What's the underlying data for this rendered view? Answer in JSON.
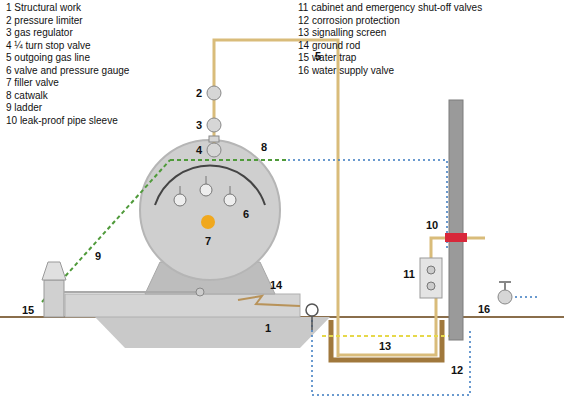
{
  "diagram": {
    "labels": [
      "1 Structural work",
      "2 pressure limiter",
      "3 gas regulator",
      "4 ¼ turn stop valve",
      "5 outgoing gas line",
      "6 valve and pressure gauge",
      "7 filler valve",
      "8 catwalk",
      "9 ladder",
      "10 leak-proof pipe sleeve",
      "11 cabinet and emergency shut-off valves",
      "12 corrosion protection",
      "13 signalling screen",
      "14 ground rod",
      "15 water trap",
      "16 water supply valve",
      "5",
      "2",
      "3",
      "4",
      "8",
      "6",
      "7",
      "9",
      "10",
      "11",
      "14",
      "1",
      "15",
      "16",
      "13",
      "12"
    ]
  }
}
